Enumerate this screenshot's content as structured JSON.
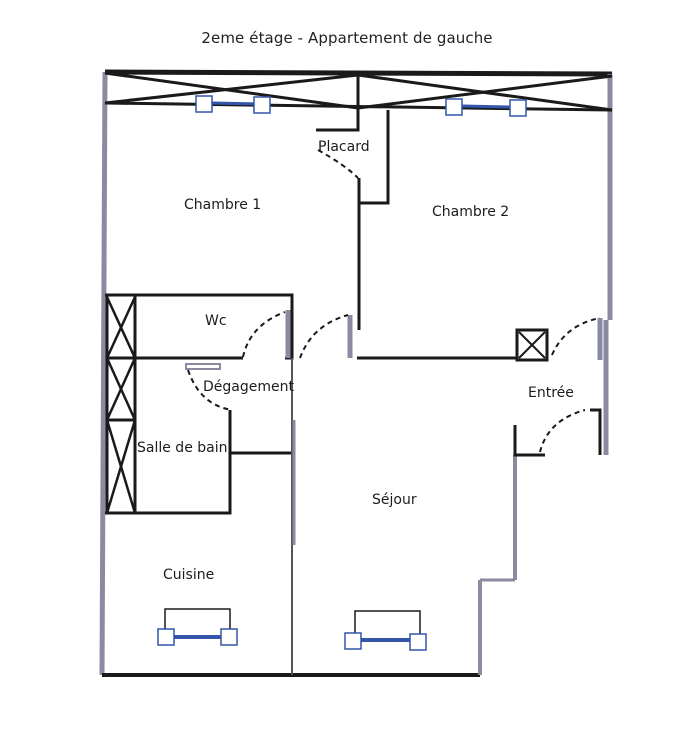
{
  "title": "2eme étage - Appartement de gauche",
  "rooms": {
    "placard": "Placard",
    "chambre1": "Chambre 1",
    "chambre2": "Chambre 2",
    "wc": "Wc",
    "degagement": "Dégagement",
    "entree": "Entrée",
    "salle_de_bain": "Salle de bain",
    "sejour": "Séjour",
    "cuisine": "Cuisine"
  },
  "colors": {
    "wall": "#1a1a1a",
    "wall_grey": "#8a8aa0",
    "window": "#3355aa"
  }
}
